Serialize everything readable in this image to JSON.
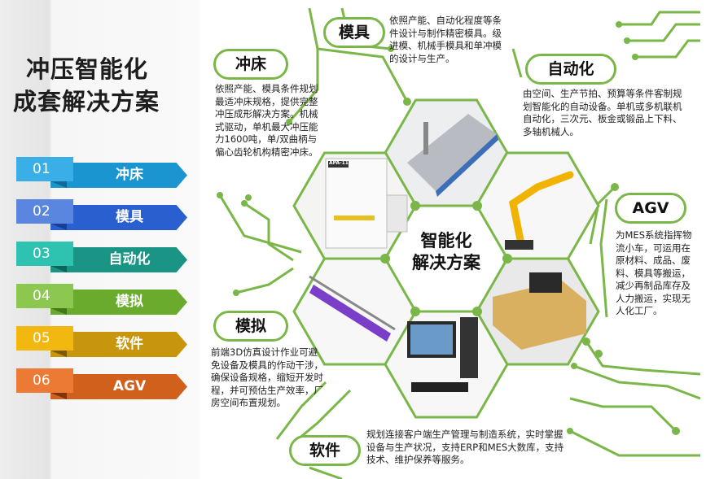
{
  "title": {
    "line1": "冲压智能化",
    "line2": "成套解决方案"
  },
  "menu": [
    {
      "num": "01",
      "label": "冲床",
      "color": "#1a95cf",
      "num_color": "#3aaee6"
    },
    {
      "num": "02",
      "label": "模具",
      "color": "#2a5fcf",
      "num_color": "#5a86e0"
    },
    {
      "num": "03",
      "label": "自动化",
      "color": "#1a9585",
      "num_color": "#2ec2b0"
    },
    {
      "num": "04",
      "label": "模拟",
      "color": "#6aab2e",
      "num_color": "#8cc850"
    },
    {
      "num": "05",
      "label": "软件",
      "color": "#c8960c",
      "num_color": "#f2b810"
    },
    {
      "num": "06",
      "label": "AGV",
      "color": "#d0601c",
      "num_color": "#ec7a34"
    }
  ],
  "center": {
    "line1": "智能化",
    "line2": "解决方案"
  },
  "sections": {
    "press": {
      "label": "冲床",
      "desc": "依照产能、模具条件规划最适冲床规格，提供完整冲压成形解决方案。机械式驱动，单机最大冲压能力1600吨，单/双曲柄与偏心齿轮机构精密冲床。",
      "machine_text": "APA-110"
    },
    "mold": {
      "label": "模具",
      "desc": "依照产能、自动化程度等条件设计与制作精密模具。级进模、机械手模具和单冲模的设计与生产。"
    },
    "automation": {
      "label": "自动化",
      "desc": "由空间、生产节拍、预算等条件客制规划智能化的自动设备。单机或多机联机自动化，三次元、板金或锻品上下料、多轴机械人。"
    },
    "agv": {
      "label": "AGV",
      "desc": "为MES系统指挥物流小车，可运用在原材料、成品、废料、模具等搬运，减少再制品库存及人力搬运，实现无人化工厂。"
    },
    "simulation": {
      "label": "模拟",
      "desc": "前端3D仿真设计作业可避免设备及模具的作动干涉，确保设备规格，缩短开发时程，并可预估生产效率，厂房空间布置规划。"
    },
    "software": {
      "label": "软件",
      "desc": "规划连接客户端生产管理与制造系统，实时掌握设备与生产状况，支持ERP和MES大数库，支持技术、维护保养等服务。"
    }
  },
  "colors": {
    "accent": "#7ab648"
  }
}
